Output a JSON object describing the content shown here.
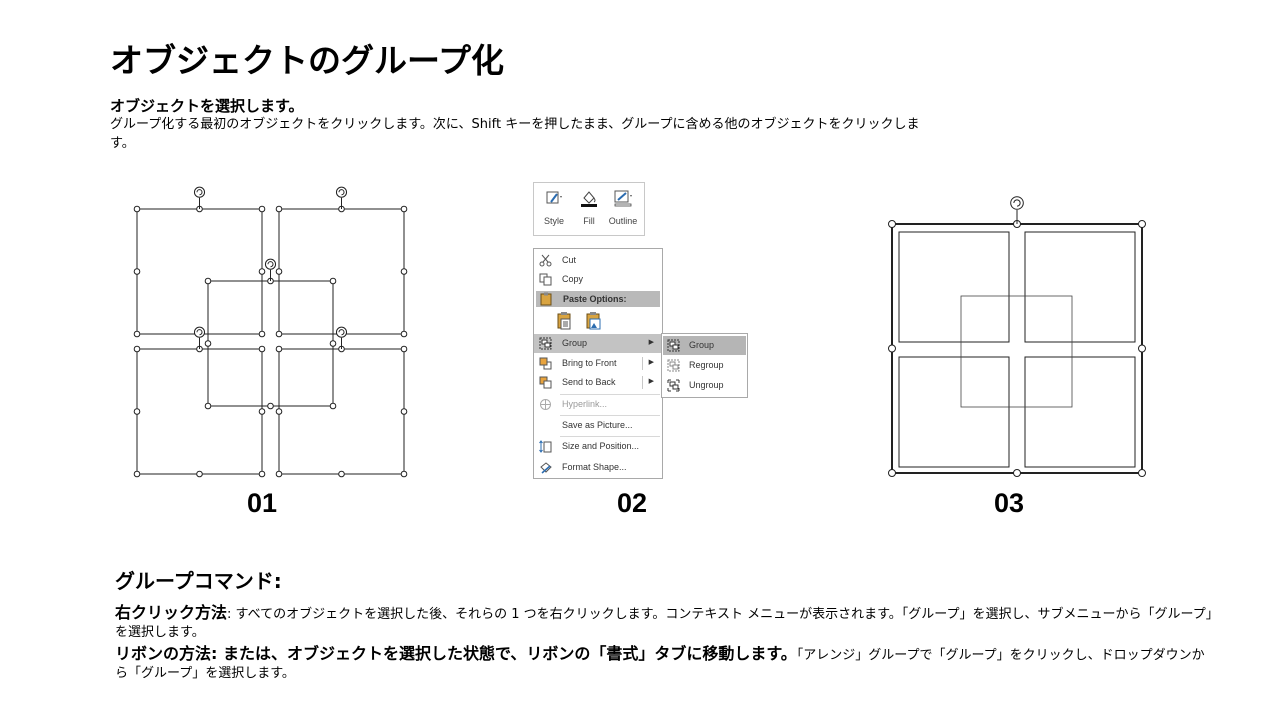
{
  "title": "オブジェクトのグループ化",
  "intro": {
    "heading": "オブジェクトを選択します。",
    "body": "グループ化する最初のオブジェクトをクリックします。次に、Shift キーを押したまま、グループに含める他のオブジェクトをクリックします。"
  },
  "steps": {
    "step1_label": "01",
    "step2_label": "02",
    "step3_label": "03"
  },
  "ribbon": {
    "buttons": [
      {
        "label": "Style",
        "icon": "shape-style-icon"
      },
      {
        "label": "Fill",
        "icon": "paint-bucket-icon"
      },
      {
        "label": "Outline",
        "icon": "pen-outline-icon"
      }
    ]
  },
  "context_menu": {
    "items": [
      {
        "label": "Cut",
        "icon": "scissors-icon"
      },
      {
        "label": "Copy",
        "icon": "copy-icon"
      },
      {
        "label": "Paste Options:",
        "icon": "clipboard-icon"
      },
      {
        "label": "Group",
        "icon": "group-icon",
        "highlighted": true
      },
      {
        "label": "Bring to Front",
        "icon": "bring-front-icon"
      },
      {
        "label": "Send to Back",
        "icon": "send-back-icon"
      },
      {
        "label": "Hyperlink...",
        "icon": "hyperlink-icon",
        "disabled": true
      },
      {
        "label": "Save as Picture...",
        "icon": ""
      },
      {
        "label": "Size and Position...",
        "icon": "size-position-icon"
      },
      {
        "label": "Format Shape...",
        "icon": "format-shape-icon"
      }
    ]
  },
  "submenu": {
    "items": [
      {
        "label": "Group",
        "icon": "group-icon",
        "highlighted": true
      },
      {
        "label": "Regroup",
        "icon": "regroup-icon"
      },
      {
        "label": "Ungroup",
        "icon": "ungroup-icon"
      }
    ]
  },
  "commands": {
    "heading": "グループコマンド:",
    "right_click_label": "右クリック方法",
    "right_click_text": ": すべてのオブジェクトを選択した後、それらの 1 つを右クリックします。コンテキスト メニューが表示されます。「グループ」を選択し、サブメニューから「グループ」を選択します。",
    "ribbon_label": "リボンの方法: または、オブジェクトを選択した状態で、リボンの「書式」タブに移動します。",
    "ribbon_text": "「アレンジ」グループで「グループ」をクリックし、ドロップダウンから「グループ」を選択します。"
  },
  "colors": {
    "menu_highlight": "#c3c3c3",
    "menu_border": "#a9a9a9",
    "disabled_text": "#9a9a9a"
  }
}
